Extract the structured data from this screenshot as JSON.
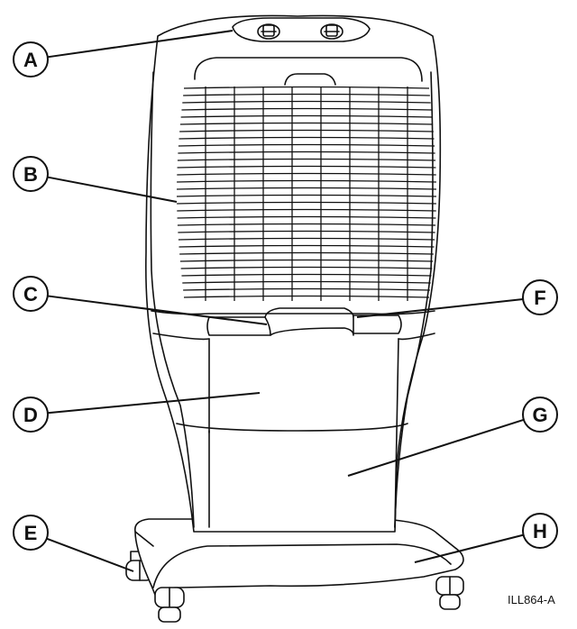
{
  "callouts": [
    {
      "id": "A",
      "label": "A"
    },
    {
      "id": "B",
      "label": "B"
    },
    {
      "id": "C",
      "label": "C"
    },
    {
      "id": "D",
      "label": "D"
    },
    {
      "id": "E",
      "label": "E"
    },
    {
      "id": "F",
      "label": "F"
    },
    {
      "id": "G",
      "label": "G"
    },
    {
      "id": "H",
      "label": "H"
    }
  ],
  "illustration_code": "ILL864-A"
}
